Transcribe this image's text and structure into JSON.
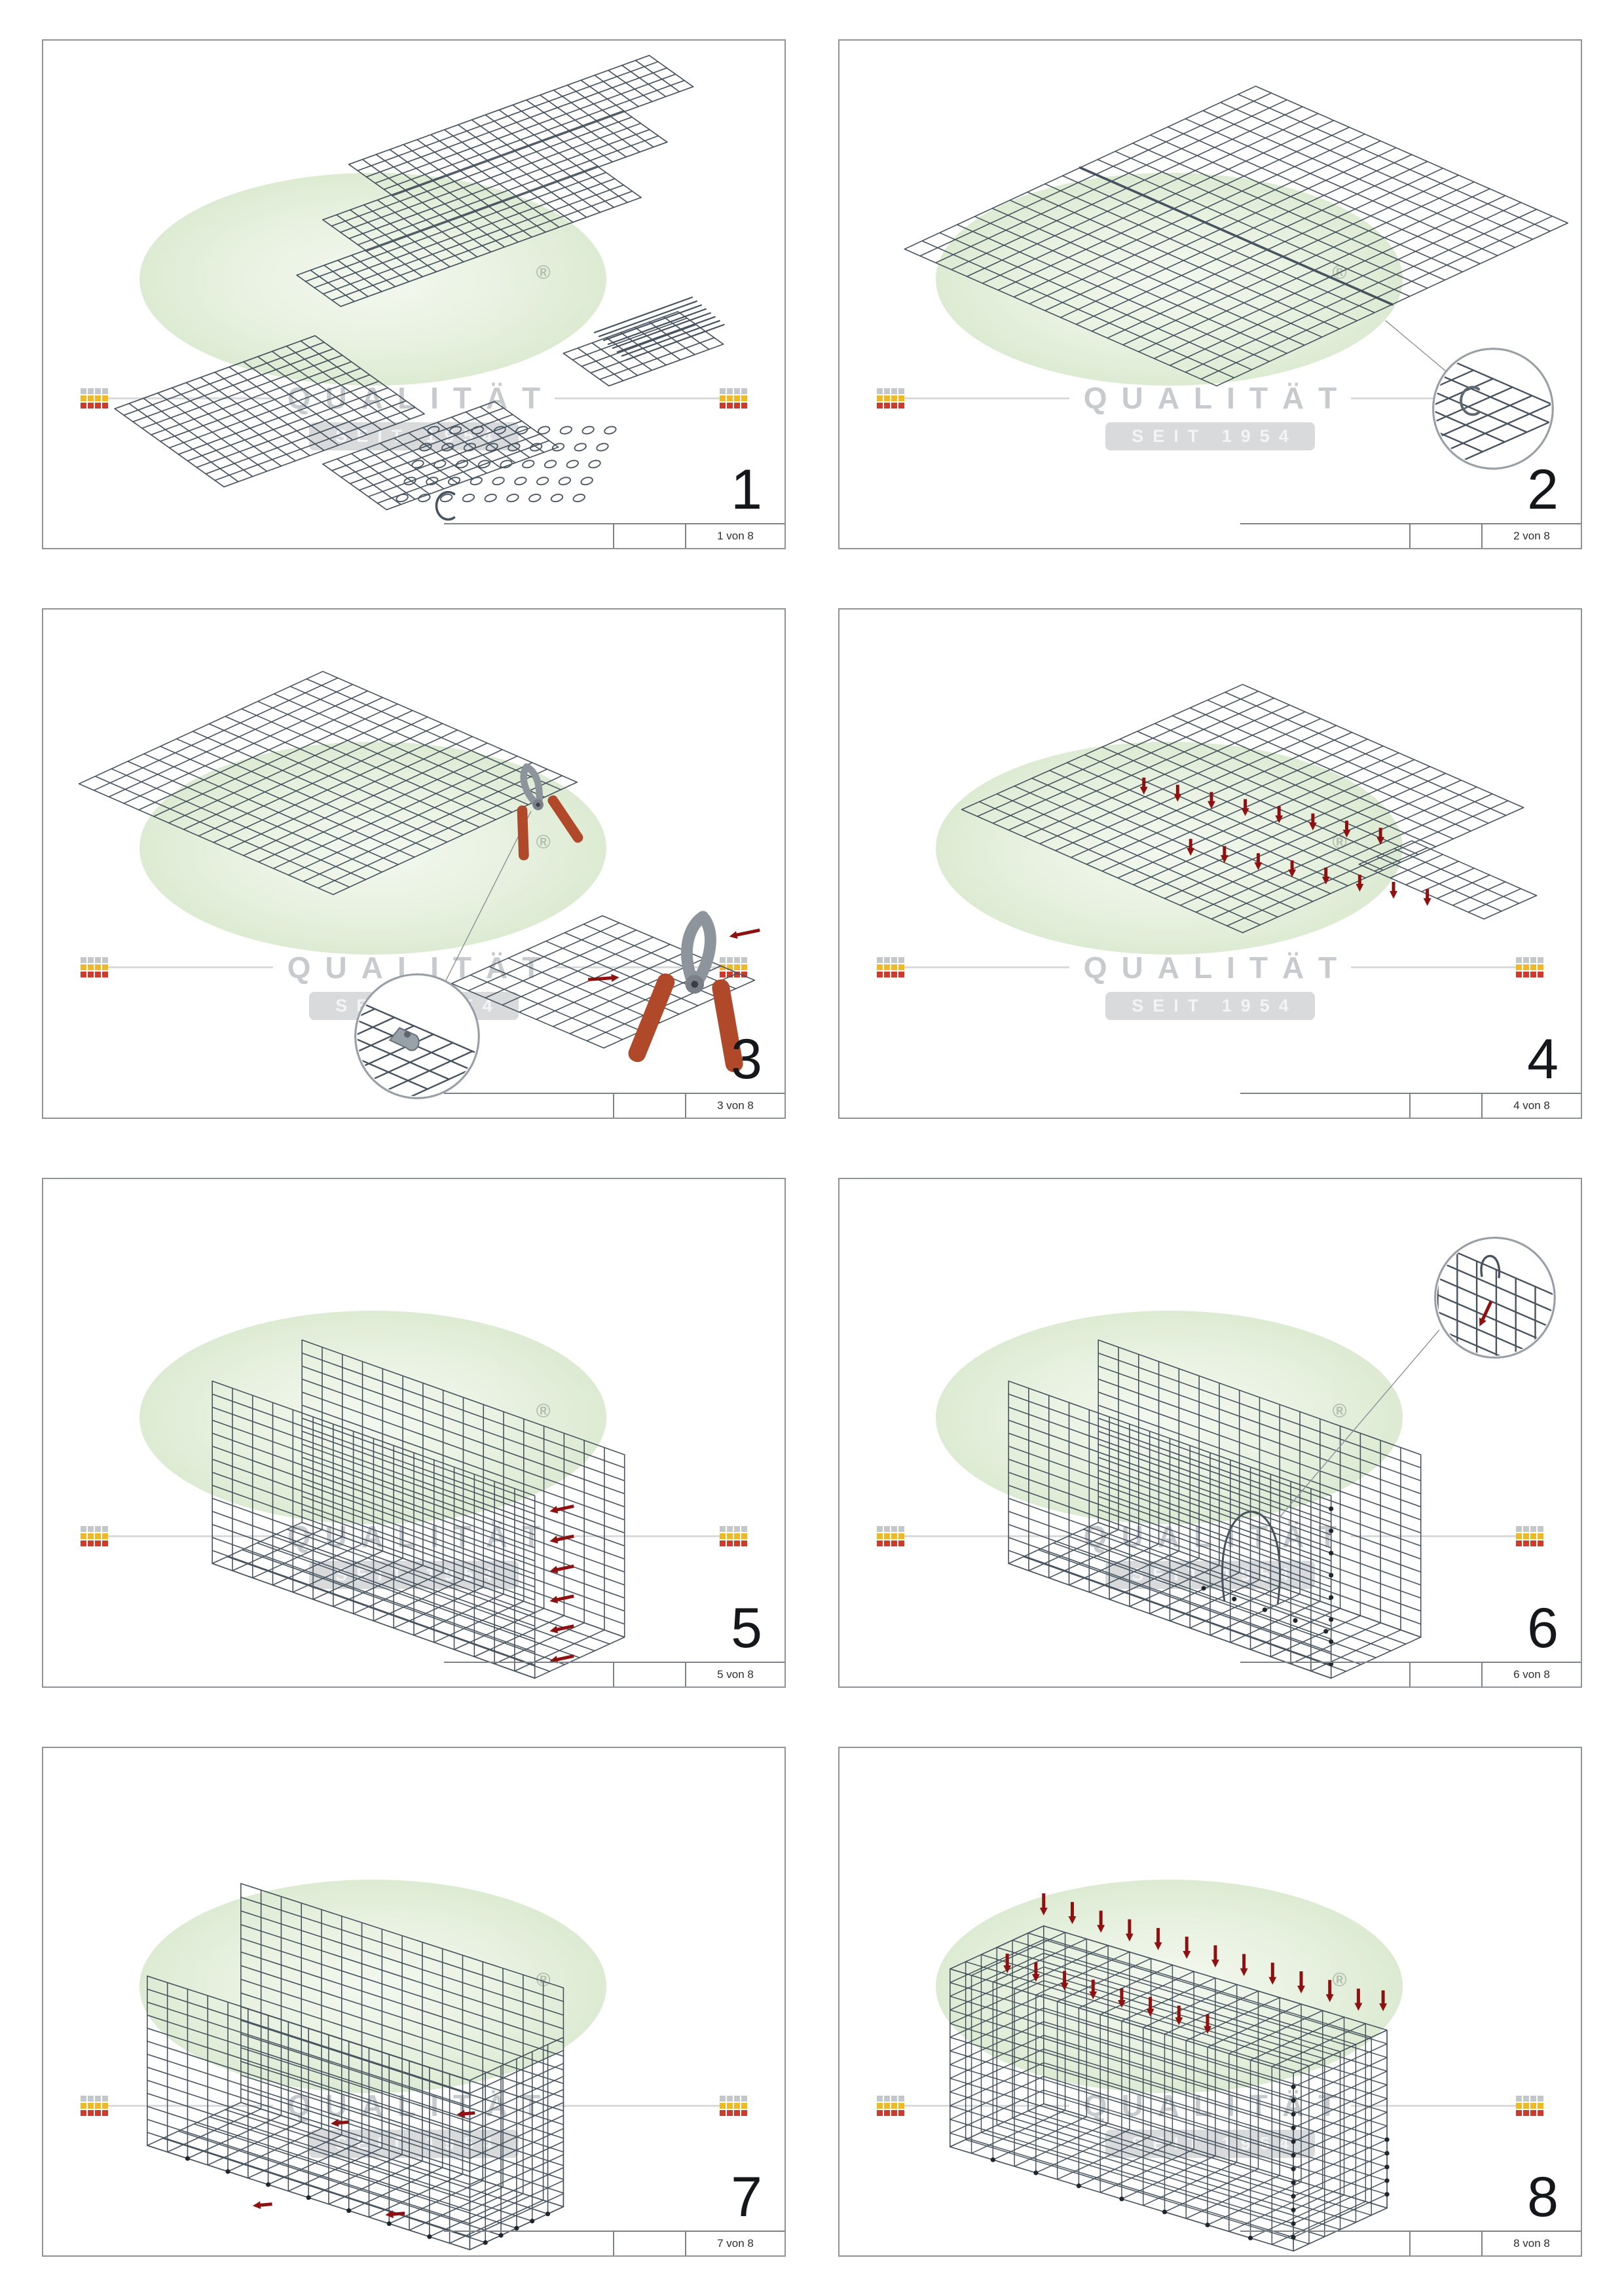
{
  "watermark": {
    "line1": "QUALITÄT",
    "line2": "SEIT 1954",
    "registered": "®"
  },
  "colors": {
    "mesh": "#46535e",
    "arrow": "#8e1111",
    "logo_yellow": "#efb829",
    "logo_red": "#ce3a2b",
    "logo_gray": "#c3c7ca",
    "watermark_text": "#c7cbce",
    "band": "#d8dadb",
    "ellipse_green": "#d5e6c8"
  },
  "panels": [
    {
      "number": "1",
      "page_label": "1 von 8",
      "scene": "parts"
    },
    {
      "number": "2",
      "page_label": "2 von 8",
      "scene": "join"
    },
    {
      "number": "3",
      "page_label": "3 von 8",
      "scene": "cut"
    },
    {
      "number": "4",
      "page_label": "4 von 8",
      "scene": "fold"
    },
    {
      "number": "5",
      "page_label": "5 von 8",
      "scene": "uform"
    },
    {
      "number": "6",
      "page_label": "6 von 8",
      "scene": "uspiral"
    },
    {
      "number": "7",
      "page_label": "7 von 8",
      "scene": "box"
    },
    {
      "number": "8",
      "page_label": "8 von 8",
      "scene": "closed"
    }
  ]
}
